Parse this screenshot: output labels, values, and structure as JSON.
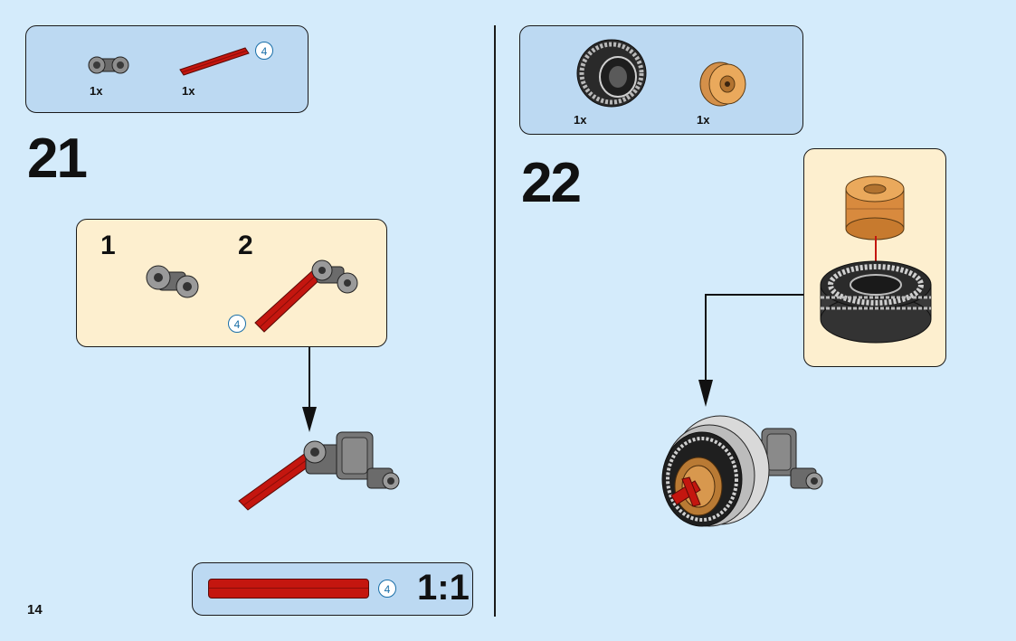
{
  "page": {
    "number": "14"
  },
  "step21": {
    "number": "21",
    "parts": [
      {
        "icon": "axle-connector-icon",
        "qty": "1x"
      },
      {
        "icon": "red-axle-icon",
        "qty": "1x",
        "length": "4"
      }
    ],
    "substeps": [
      {
        "number": "1",
        "icon": "axle-connector-icon"
      },
      {
        "number": "2",
        "icon": "connector-with-axle-icon",
        "length": "4"
      }
    ]
  },
  "step22": {
    "number": "22",
    "parts": [
      {
        "icon": "tire-icon",
        "qty": "1x"
      },
      {
        "icon": "wheel-hub-icon",
        "qty": "1x"
      }
    ]
  },
  "scale_guide": {
    "length": "4",
    "ratio": "1:1"
  },
  "colors": {
    "background": "#d4ebfb",
    "parts_box": "#bcd9f2",
    "subassembly_box": "#fdefcf",
    "axle_red": "#c4160f",
    "badge_blue": "#1a6fa8"
  }
}
